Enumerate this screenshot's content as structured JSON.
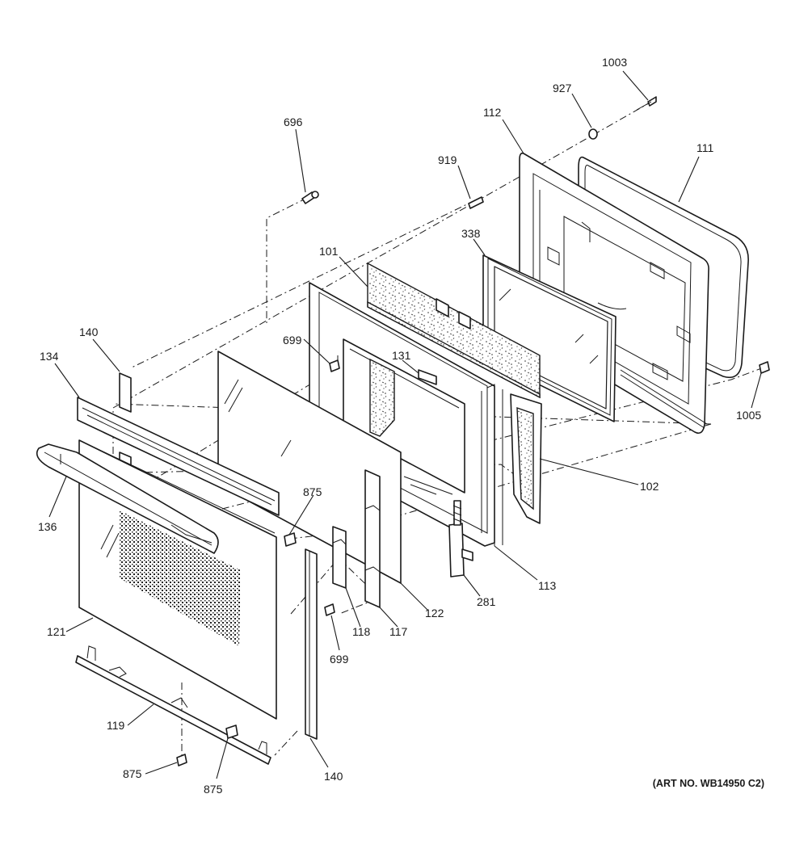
{
  "diagram": {
    "art_number": "(ART NO. WB14950 C2)",
    "callouts": {
      "c1003": "1003",
      "c927": "927",
      "c112": "112",
      "c111": "111",
      "c696": "696",
      "c919": "919",
      "c338": "338",
      "c101": "101",
      "c140_top": "140",
      "c134": "134",
      "c699_top": "699",
      "c131": "131",
      "c1005": "1005",
      "c136": "136",
      "c875_mid": "875",
      "c102": "102",
      "c122": "122",
      "c118": "118",
      "c117": "117",
      "c281": "281",
      "c113": "113",
      "c121": "121",
      "c699_bot": "699",
      "c119": "119",
      "c875_left": "875",
      "c875_bot": "875",
      "c140_bot": "140"
    }
  }
}
